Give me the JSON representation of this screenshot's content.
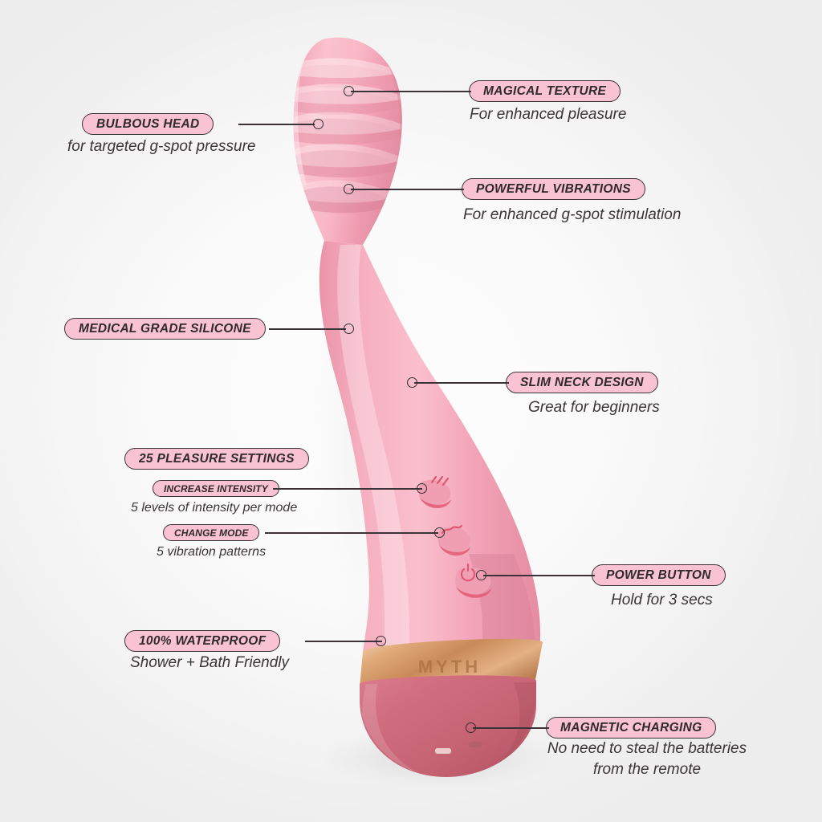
{
  "page": {
    "kind": "product-feature-infographic",
    "background_color": "#f1f1f1",
    "accent_pill_color": "#f9c3d4",
    "outline_color": "#3b3338",
    "product_body_color": "#f4a9ba",
    "product_base_color": "#c86474",
    "product_ring_color": "#d9a06a",
    "brand_text": "MYTH"
  },
  "callouts": [
    {
      "id": "bulbous-head",
      "title": "BULBOUS HEAD",
      "desc": "for targeted g-spot pressure"
    },
    {
      "id": "magical-texture",
      "title": "MAGICAL TEXTURE",
      "desc": "For enhanced pleasure"
    },
    {
      "id": "powerful-vibrations",
      "title": "POWERFUL VIBRATIONS",
      "desc": "For enhanced g-spot stimulation"
    },
    {
      "id": "medical-grade-silicone",
      "title": "MEDICAL GRADE SILICONE",
      "desc": ""
    },
    {
      "id": "slim-neck-design",
      "title": "SLIM NECK DESIGN",
      "desc": "Great for beginners"
    },
    {
      "id": "pleasure-settings",
      "title": "25 PLEASURE SETTINGS",
      "desc": ""
    },
    {
      "id": "increase-intensity",
      "title": "INCREASE INTENSITY",
      "desc": "5 levels of intensity per mode"
    },
    {
      "id": "change-mode",
      "title": "CHANGE MODE",
      "desc": "5 vibration patterns"
    },
    {
      "id": "power-button",
      "title": "POWER BUTTON",
      "desc": "Hold for 3 secs"
    },
    {
      "id": "waterproof",
      "title": "100% WATERPROOF",
      "desc": "Shower + Bath Friendly"
    },
    {
      "id": "magnetic-charging",
      "title": "MAGNETIC CHARGING",
      "desc": "No need to steal the batteries from the remote"
    }
  ],
  "device_controls": [
    {
      "id": "intensity-button",
      "icon": "signal-waves-icon"
    },
    {
      "id": "mode-button",
      "icon": "wave-pattern-icon"
    },
    {
      "id": "power-button",
      "icon": "power-symbol-icon"
    }
  ]
}
